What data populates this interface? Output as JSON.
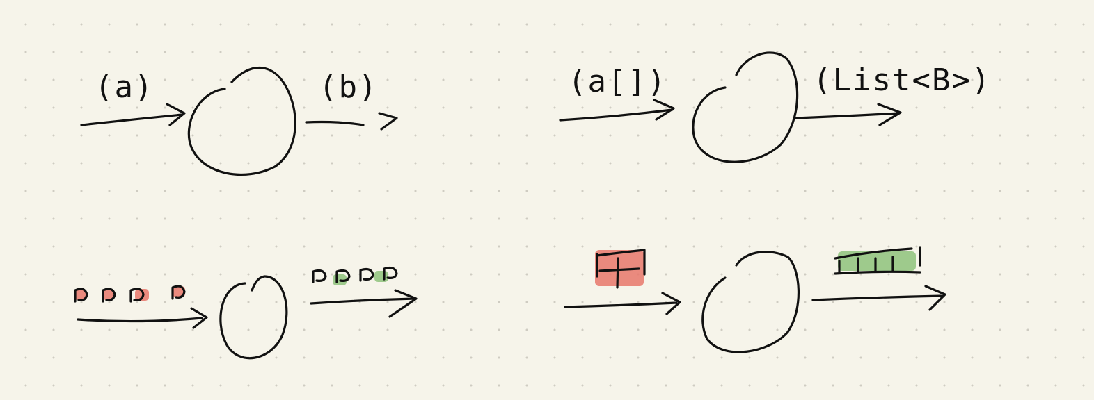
{
  "colors": {
    "paper": "#f6f4ea",
    "dots": "#cfccc2",
    "ink": "#111111",
    "input_highlight": "#e8776b",
    "output_highlight": "#8ec27b"
  },
  "panels": [
    {
      "id": "scalar",
      "input_label": "(a)",
      "output_label": "(b)"
    },
    {
      "id": "array-to-list",
      "input_label": "(a[])",
      "output_label": "(List<B>)"
    },
    {
      "id": "stream",
      "input_items": 4,
      "output_items": 4
    },
    {
      "id": "collection",
      "input_shape": "grid",
      "output_shape": "list"
    }
  ]
}
